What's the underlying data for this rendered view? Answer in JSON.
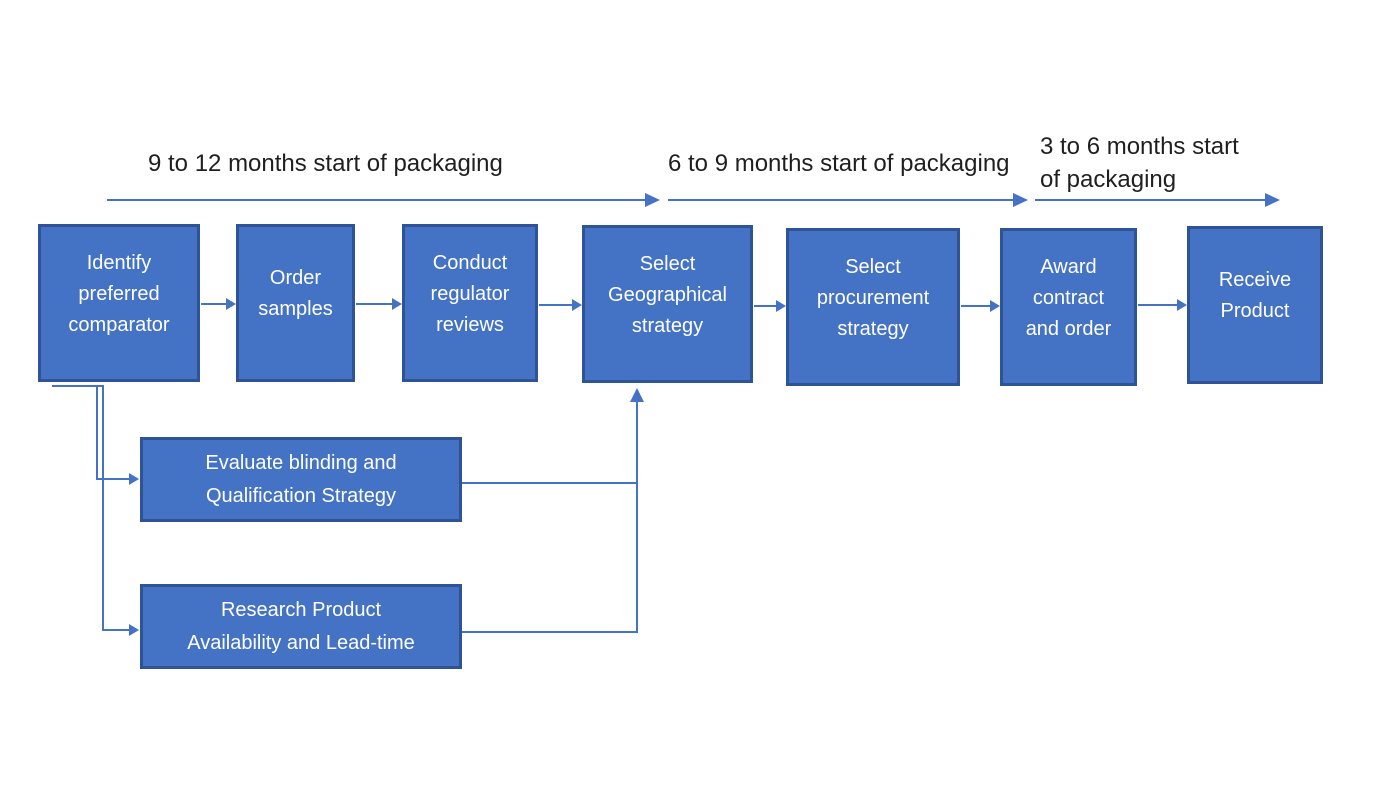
{
  "diagram": {
    "timeline": {
      "phase1": "9 to 12 months start of packaging",
      "phase2": "6 to 9 months start of packaging",
      "phase3": "3 to 6 months start\nof packaging"
    },
    "main_flow": [
      {
        "label": "Identify\npreferred\ncomparator"
      },
      {
        "label": "Order\nsamples"
      },
      {
        "label": "Conduct\nregulator\nreviews"
      },
      {
        "label": "Select\nGeographical\nstrategy"
      },
      {
        "label": "Select\nprocurement\nstrategy"
      },
      {
        "label": "Award\ncontract\nand order"
      },
      {
        "label": "Receive\nProduct"
      }
    ],
    "sub_flow": [
      {
        "label": "Evaluate blinding and\nQualification Strategy"
      },
      {
        "label": "Research Product\nAvailability and Lead-time"
      }
    ],
    "colors": {
      "node_fill": "#4472C4",
      "node_border": "#2F5496",
      "node_text": "#FFFFFF",
      "connector": "#4472C4",
      "timeline_text": "#1F1F1F",
      "background": "#FFFFFF"
    }
  }
}
